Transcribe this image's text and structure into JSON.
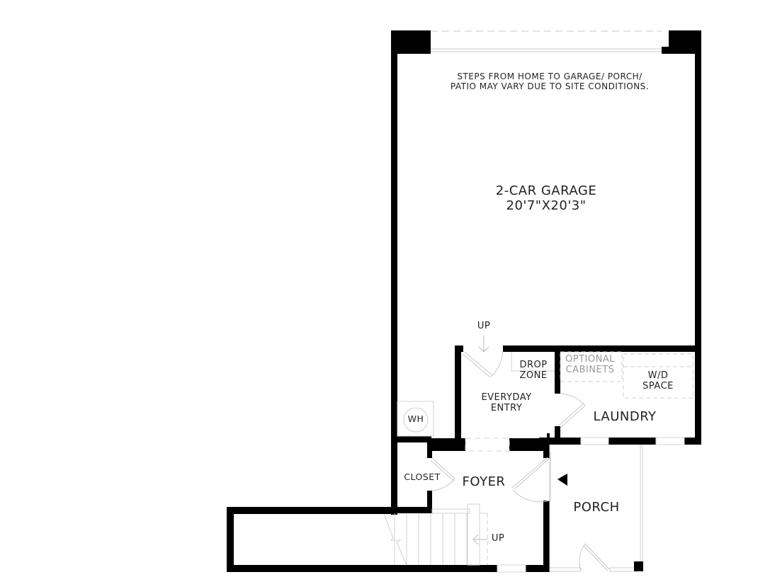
{
  "floorplan": {
    "note": {
      "line1": "STEPS FROM HOME TO GARAGE/ PORCH/",
      "line2": "PATIO MAY VARY DUE TO SITE CONDITIONS."
    },
    "rooms": {
      "garage": {
        "name": "2-CAR GARAGE",
        "dimensions": "20'7\"X20'3\""
      },
      "drop_zone": {
        "line1": "DROP",
        "line2": "ZONE"
      },
      "optional_cabinets": {
        "line1": "OPTIONAL",
        "line2": "CABINETS"
      },
      "wd_space": {
        "line1": "W/D",
        "line2": "SPACE"
      },
      "everyday_entry": {
        "line1": "EVERYDAY",
        "line2": "ENTRY"
      },
      "laundry": {
        "name": "LAUNDRY"
      },
      "water_heater": {
        "name": "WH"
      },
      "closet": {
        "name": "CLOSET"
      },
      "foyer": {
        "name": "FOYER"
      },
      "porch": {
        "name": "PORCH"
      }
    },
    "stairs": {
      "garage_steps_label": "UP",
      "foyer_stairs_label": "UP"
    },
    "colors": {
      "wall": "#000000",
      "thin_line": "#cfcfcf",
      "text": "#222222",
      "faint_text": "#9a9a9a",
      "background": "#ffffff"
    }
  }
}
